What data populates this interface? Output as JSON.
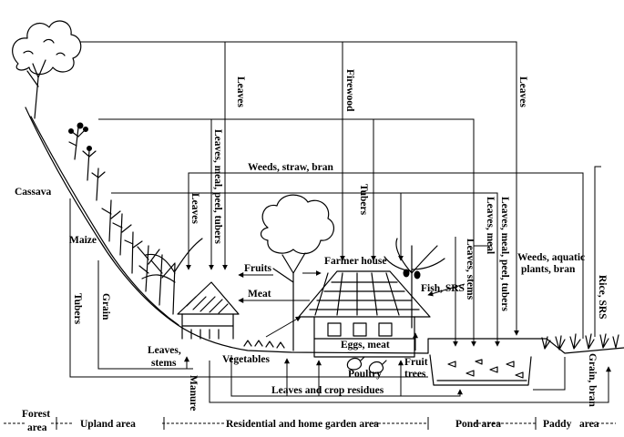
{
  "labels": {
    "cassava": "Cassava",
    "maize": "Maize",
    "tubers_left": "Tubers",
    "grain_left": "Grain",
    "leaves_stems": "Leaves,",
    "leaves_stems2": "stems",
    "manure": "Manure",
    "vegetables": "Vegetables",
    "fruits": "Fruits",
    "meat": "Meat",
    "farmer_house": "Farmer house",
    "fish_srs": "Fish, SRS",
    "eggs_meat": "Eggs, meat",
    "poultry": "Poultry",
    "fruit": "Fruit",
    "trees": "trees",
    "leaves_crop_residues": "Leaves and crop residues",
    "weeds_straw_bran": "Weeds, straw, bran",
    "weeds_aquatic_1": "Weeds, aquatic",
    "weeds_aquatic_2": "plants, bran",
    "grain_bran": "Grain, bran",
    "rice_srs": "Rice, SRS",
    "v_leaves_1": "Leaves",
    "v_firewood": "Firewood",
    "v_leaves_2": "Leaves",
    "v_leaves_meal_peel_tubers": "Leaves, meal, peel, tubers",
    "v_leaves_3": "Leaves",
    "v_tubers_mid": "Tubers",
    "v_leaves_meal": "Leaves, meal",
    "v_leaves_meal_peel_tubers_2": "Leaves, meal, peel, tubers",
    "v_leaves_stems": "Leaves, stems"
  },
  "zones": {
    "forest_1": "Forest",
    "forest_2": "area",
    "upland": "Upland area",
    "residential": "Residential and home garden area",
    "pond": "Pond area",
    "paddy": "Paddy",
    "paddy_2": "area"
  }
}
